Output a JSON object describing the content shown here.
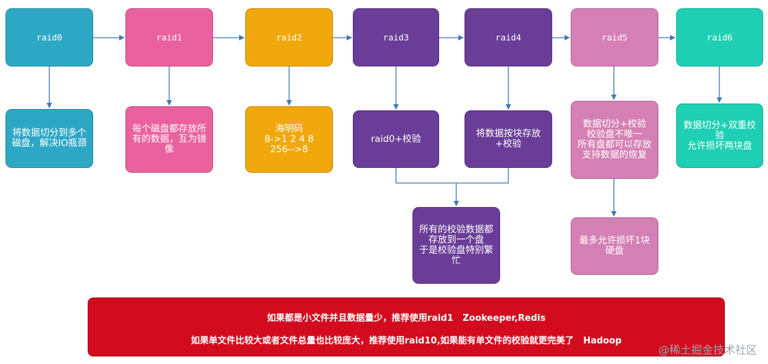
{
  "top": [
    {
      "label": "raid0",
      "color": "#2ea7c4"
    },
    {
      "label": "raid1",
      "color": "#e9619e"
    },
    {
      "label": "raid2",
      "color": "#f0a80d"
    },
    {
      "label": "raid3",
      "color": "#6a3e98"
    },
    {
      "label": "raid4",
      "color": "#6a3e98"
    },
    {
      "label": "raid5",
      "color": "#d580b4"
    },
    {
      "label": "raid6",
      "color": "#1ecfb4"
    }
  ],
  "desc": {
    "raid0": "将数据切分到多个\n磁盘，解决IO瓶颈",
    "raid1": "每个磁盘都存放所\n有的数据，互为镜\n像",
    "raid2": "海明码\n8->1  2 4 8\n256-->8",
    "raid3": "raid0+校验",
    "raid4": "将数据按块存放\n+校验",
    "raid5": "数据切分+校验\n校验盘不唯一\n所有盘都可以存放\n支持数据的恢复",
    "raid6": "数据切分+双重校\n验\n允许损坏两块盘",
    "raid34_common": "所有的校验数据都\n存放到一个盘\n于是校验盘特别繁\n忙",
    "raid5_extra": "最多允许损坏1块\n硬盘"
  },
  "bottom": {
    "line1": "如果都是小文件并且数据量少，推荐使用raid1   Zookeeper,Redis",
    "line2": "如果单文件比较大或者文件总量也比较庞大，推荐使用raid10,如果能有单文件的校验就更完美了   Hadoop",
    "color": "#d20b1f"
  },
  "watermark": "@稀土掘金技术社区"
}
